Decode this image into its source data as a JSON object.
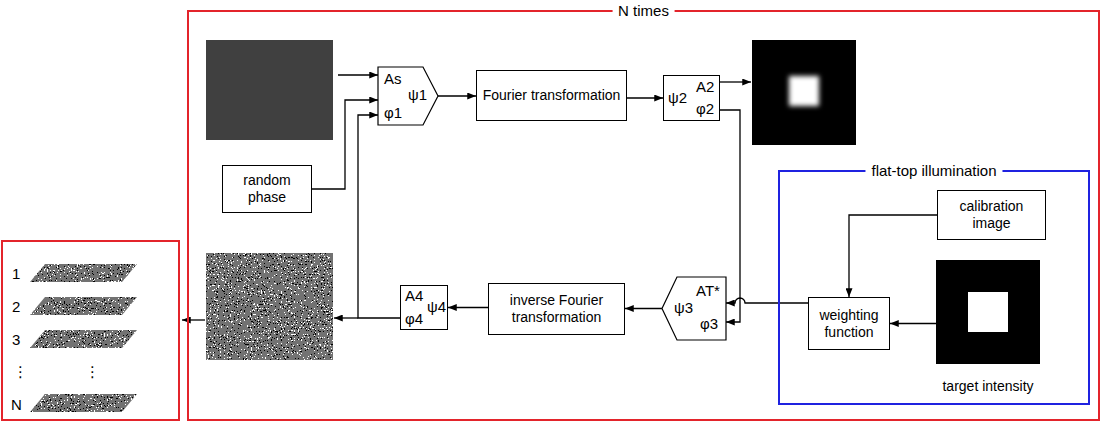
{
  "diagram": {
    "nodes": [
      {
        "text": [
          "N times"
        ]
      },
      {
        "text": [
          "As",
          "ψ1",
          "φ1"
        ],
        "in": 0
      },
      {
        "text": [
          "random phase"
        ],
        "in": 0
      },
      {
        "text": [
          "Fourier transformation"
        ],
        "in": 0
      },
      {
        "text": [
          "ψ2",
          "A2",
          "φ2"
        ],
        "in": 0
      },
      {
        "text": [
          "flat-top illumination"
        ],
        "in": 0
      },
      {
        "text": [
          "calibration image"
        ],
        "in": 5
      },
      {
        "text": [
          "weighting function"
        ],
        "in": 5
      },
      {
        "text": [
          "target intensity"
        ],
        "in": 5
      },
      {
        "text": [
          "ψ3",
          "AT*",
          "φ3"
        ],
        "in": 0
      },
      {
        "text": [
          "inverse Fourier transformation"
        ],
        "in": 0
      },
      {
        "text": [
          "A4",
          "ψ4",
          "φ4"
        ],
        "in": 0
      },
      {
        "text": [
          "1",
          "2",
          "3",
          "⋮",
          "⋮",
          "N"
        ]
      }
    ],
    "edges": [
      {
        "from": 2,
        "to": 1,
        "arrow": "to"
      },
      {
        "from": 1,
        "to": 3,
        "arrow": "to"
      },
      {
        "from": 3,
        "to": 4,
        "arrow": "to"
      },
      {
        "from": 4,
        "to": 9,
        "arrow": "to"
      },
      {
        "from": 6,
        "to": 7,
        "arrow": "to"
      },
      {
        "from": 8,
        "to": 7,
        "arrow": "to"
      },
      {
        "from": 7,
        "to": 9,
        "arrow": "to"
      },
      {
        "from": 9,
        "to": 10,
        "arrow": "to"
      },
      {
        "from": 10,
        "to": 11,
        "arrow": "to"
      },
      {
        "from": 11,
        "to": 1,
        "arrow": "to"
      }
    ]
  }
}
